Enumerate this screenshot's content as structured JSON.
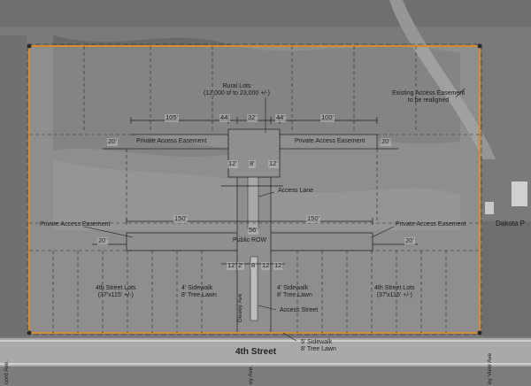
{
  "map": {
    "labels": {
      "rural_lots_title": "Rural Lots",
      "rural_lots_size": "(12,000 sf to 23,000 +/-)",
      "existing_easement_1": "Existing Access Easement",
      "existing_easement_2": "to be realigned",
      "private_access_easement": "Private Access Easement",
      "access_lane": "Access Lane",
      "public_row": "Public ROW",
      "access_street": "Access Street",
      "dewey_ave": "Dewey Ave",
      "sidewalk_4": "4' Sidewalk",
      "tree_lawn_8": "8' Tree Lawn",
      "sidewalk_5": "5' Sidewalk",
      "fourth_street_lots_title": "4th Street Lots",
      "fourth_street_lots_size": "(37'x115' +/-)",
      "fourth_street": "4th Street",
      "dakota": "Dakota P",
      "cord_ave": "cord Ave.",
      "ey_ave": "ey Ave.",
      "view_ave": "ey View Ave"
    },
    "dimensions": {
      "d105": "105'",
      "d44": "44'",
      "d32": "32'",
      "d100": "100'",
      "d20": "20'",
      "d12": "12'",
      "d8": "8'",
      "d150": "150'",
      "d56": "56'",
      "d12b": "12",
      "d2b": "2'",
      "d8b": "8",
      "d12c": "12",
      "d12d": "12"
    },
    "colors": {
      "boundary": "#d98c2b",
      "row_fill": "#8f8f8f",
      "ink": "#1c1c1c"
    }
  }
}
